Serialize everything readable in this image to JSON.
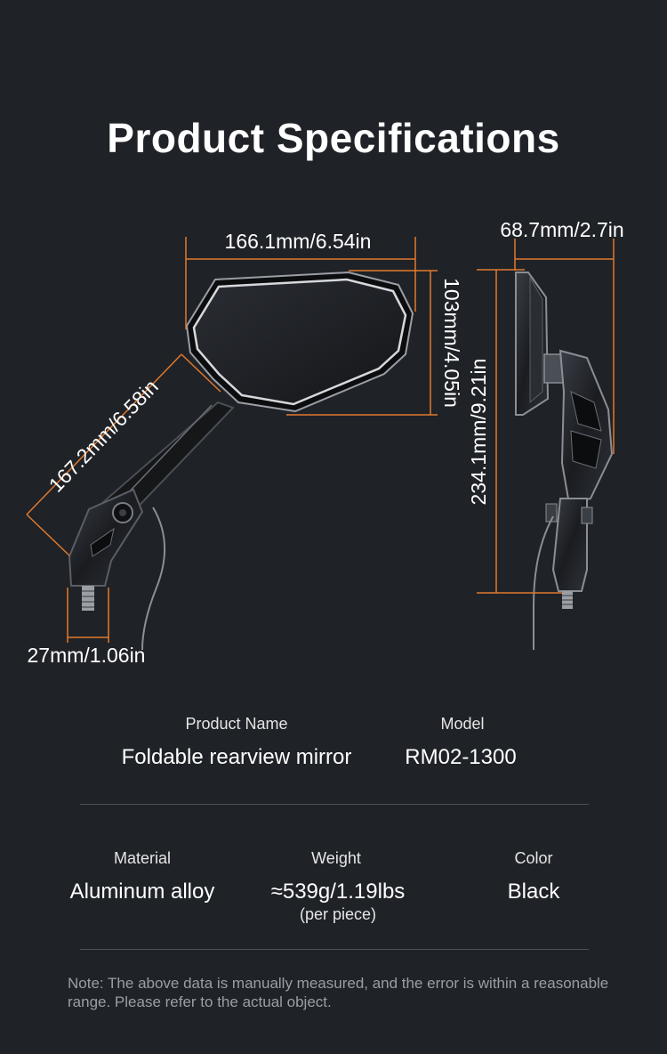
{
  "title": "Product Specifications",
  "dimensions": {
    "mirror_width": "166.1mm/6.54in",
    "mirror_height": "103mm/4.05in",
    "arm_length": "167.2mm/6.58in",
    "base_width": "27mm/1.06in",
    "side_depth": "68.7mm/2.7in",
    "total_height": "234.1mm/9.21in"
  },
  "specs": {
    "product_name": {
      "label": "Product Name",
      "value": "Foldable rearview mirror"
    },
    "model": {
      "label": "Model",
      "value": "RM02-1300"
    },
    "material": {
      "label": "Material",
      "value": "Aluminum alloy"
    },
    "weight": {
      "label": "Weight",
      "value": "≈539g/1.19lbs",
      "note": "(per piece)"
    },
    "color": {
      "label": "Color",
      "value": "Black"
    }
  },
  "note": "Note: The above data is manually measured, and the error is within a reasonable range. Please refer to the actual object.",
  "colors": {
    "background": "#1f2227",
    "dimension_line": "#e07a2e",
    "text": "#ffffff",
    "muted": "#9a9ea5"
  }
}
